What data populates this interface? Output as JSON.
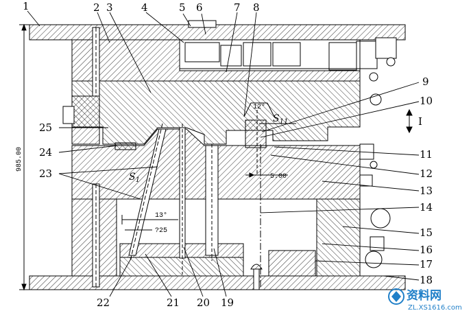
{
  "callouts": [
    {
      "id": "1",
      "text": "1"
    },
    {
      "id": "2",
      "text": "2"
    },
    {
      "id": "3",
      "text": "3"
    },
    {
      "id": "4",
      "text": "4"
    },
    {
      "id": "5",
      "text": "5"
    },
    {
      "id": "6",
      "text": "6"
    },
    {
      "id": "7",
      "text": "7"
    },
    {
      "id": "8",
      "text": "8"
    },
    {
      "id": "9",
      "text": "9"
    },
    {
      "id": "10",
      "text": "10"
    },
    {
      "id": "11",
      "text": "11"
    },
    {
      "id": "12",
      "text": "12"
    },
    {
      "id": "13",
      "text": "13"
    },
    {
      "id": "14",
      "text": "14"
    },
    {
      "id": "15",
      "text": "15"
    },
    {
      "id": "16",
      "text": "16"
    },
    {
      "id": "17",
      "text": "17"
    },
    {
      "id": "18",
      "text": "18"
    },
    {
      "id": "19",
      "text": "19"
    },
    {
      "id": "20",
      "text": "20"
    },
    {
      "id": "21",
      "text": "21"
    },
    {
      "id": "22",
      "text": "22"
    },
    {
      "id": "23",
      "text": "23"
    },
    {
      "id": "24",
      "text": "24"
    },
    {
      "id": "25",
      "text": "25"
    }
  ],
  "dimensions": {
    "overall_height": "985.00",
    "angle_12": "12°",
    "angle_13": "13°",
    "dia_25": "?25",
    "offset_5": "5.00"
  },
  "symbols": {
    "s1": "S",
    "s1_sub": "1",
    "s11": "S",
    "s11_sub": "11",
    "section_i": "I"
  },
  "watermark": {
    "brand": "资料网",
    "url": "ZL.XS1616.com"
  }
}
